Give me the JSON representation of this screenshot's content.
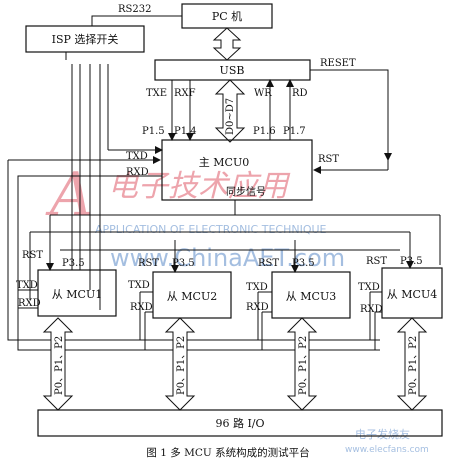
{
  "labels": {
    "rs232": "RS232",
    "pc": "PC 机",
    "isp": "ISP 选择开关",
    "usb": "USB",
    "reset": "RESET",
    "txe": "TXE",
    "rxf": "RXF",
    "data_bus": "D0~D7",
    "wr": "WR",
    "rd": "RD",
    "p15": "P1.5",
    "p14": "P1.4",
    "p16": "P1.6",
    "p17": "P1.7",
    "txd": "TXD",
    "rxd": "RXD",
    "rst": "RST",
    "mcu0": "主 MCU0",
    "sync": "同步信号",
    "p35": "P3.5",
    "mcu1": "从 MCU1",
    "mcu2": "从 MCU2",
    "mcu3": "从 MCU3",
    "mcu4": "从 MCU4",
    "ports": "P0、P1、P2",
    "io": "96 路 I/O",
    "caption": "图 1   多 MCU 系统构成的测试平台"
  },
  "watermark": {
    "cn": "电子技术应用",
    "en": "APPLICATION OF ELECTRONIC TECHNIQUE",
    "url": "www.ChinaAET.com",
    "url2": "电子发烧友",
    "url3": "www.elecfans.com"
  },
  "colors": {
    "line": "#111111",
    "wm_red": "#e05a6a",
    "wm_blue": "#5a8ac8"
  }
}
